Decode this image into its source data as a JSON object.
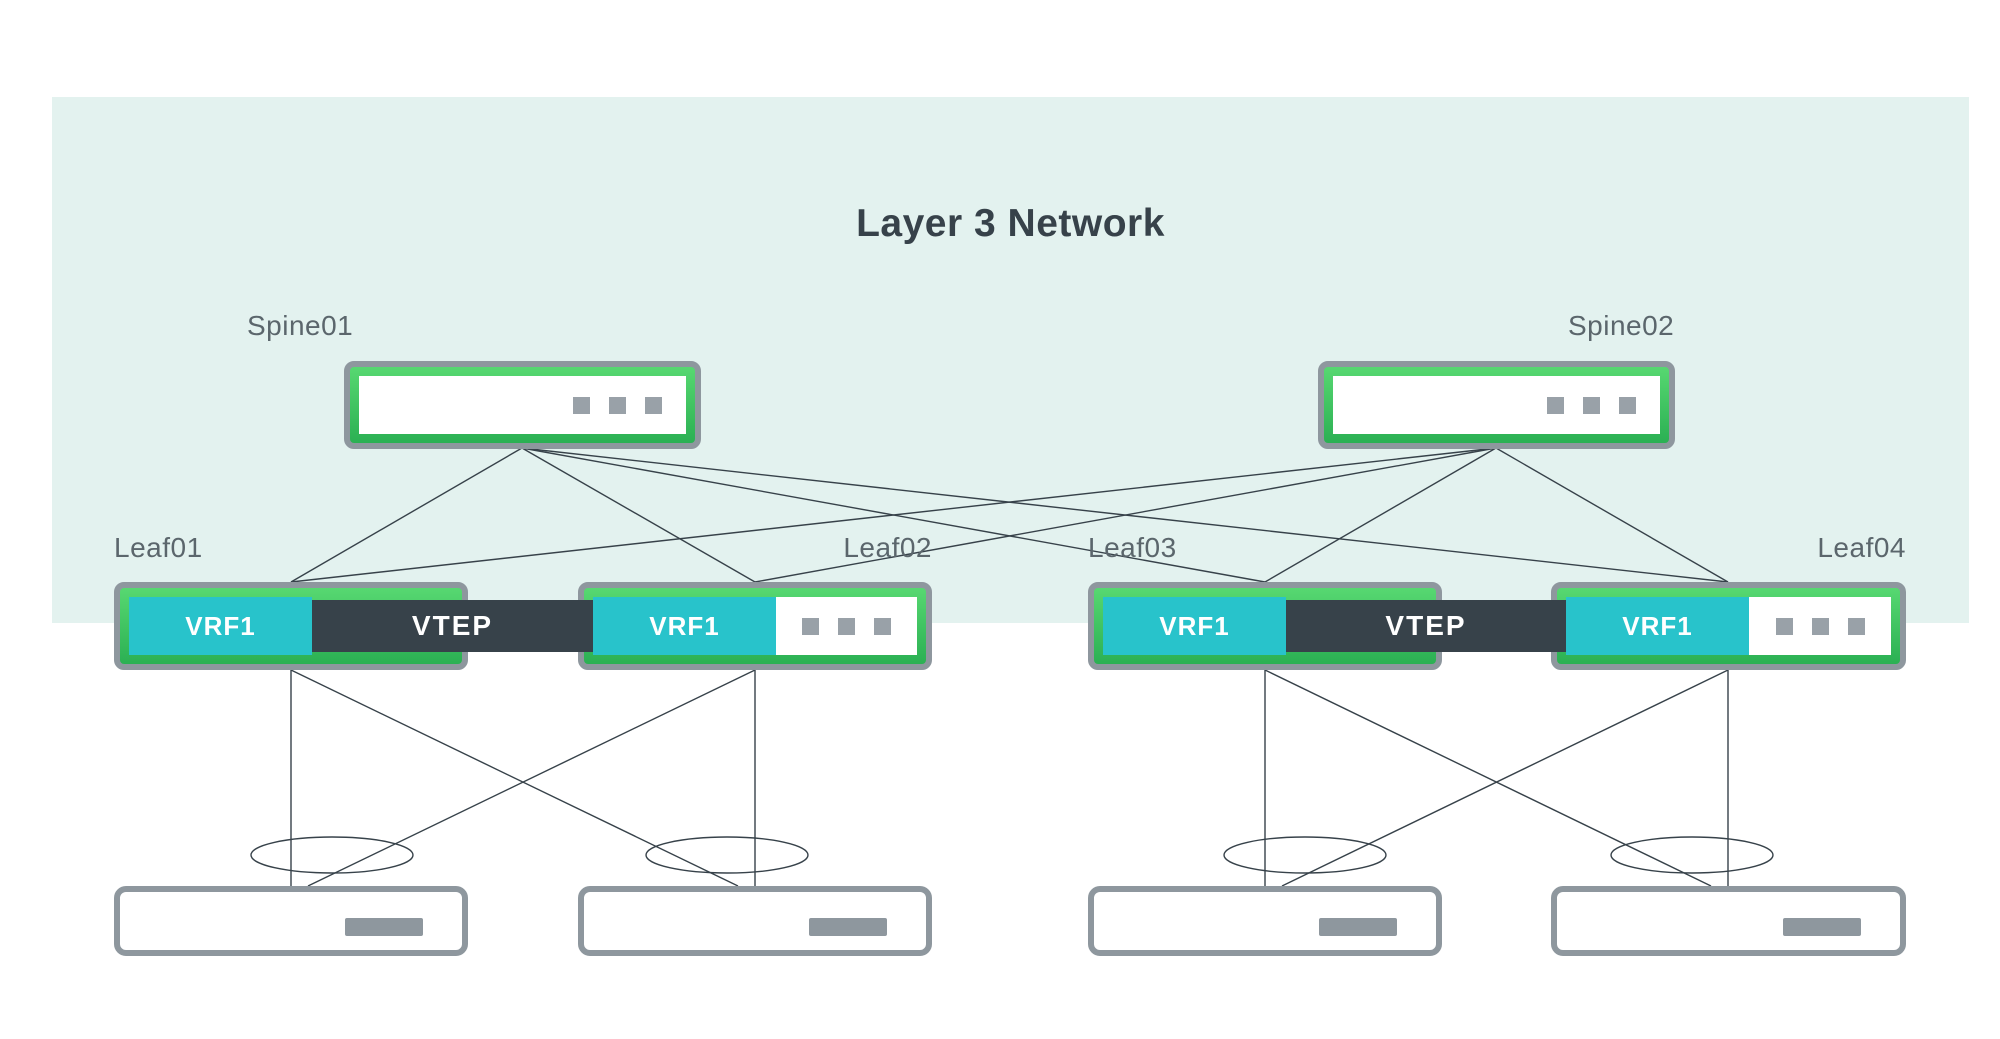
{
  "diagram": {
    "title": "Layer 3 Network",
    "spines": [
      {
        "label": "Spine01"
      },
      {
        "label": "Spine02"
      }
    ],
    "leaves": [
      {
        "label": "Leaf01",
        "vrf_label": "VRF1"
      },
      {
        "label": "Leaf02",
        "vrf_label": "VRF1"
      },
      {
        "label": "Leaf03",
        "vrf_label": "VRF1"
      },
      {
        "label": "Leaf04",
        "vrf_label": "VRF1"
      }
    ],
    "vtep_links": [
      {
        "label": "VTEP"
      },
      {
        "label": "VTEP"
      }
    ],
    "icons": {
      "port_dots": "three-gray-squares",
      "server_slot": "gray-horizontal-bar"
    },
    "colors": {
      "background": "#ffffff",
      "layer3_area": "#e3f2ef",
      "switch_green_top": "#57d871",
      "switch_green_bottom": "#2bb053",
      "vrf_teal": "#28c3cb",
      "vtep_dark": "#37424a",
      "border_gray": "#8e979e",
      "line": "#37424a"
    }
  }
}
